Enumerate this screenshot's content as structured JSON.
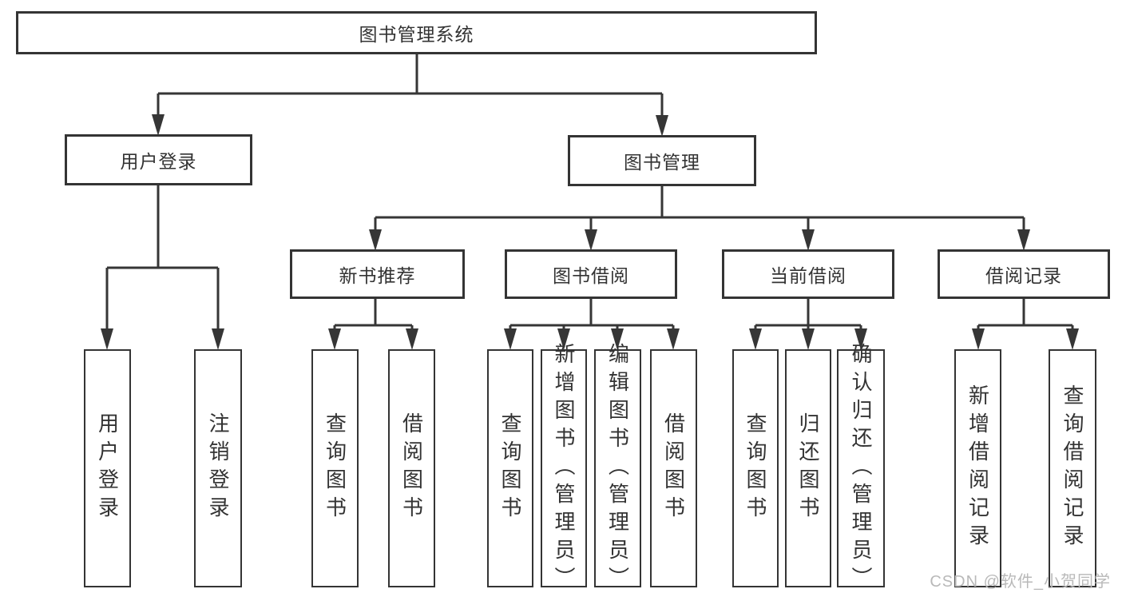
{
  "tree": {
    "root": {
      "label": "图书管理系统"
    },
    "branches": [
      {
        "label": "用户登录",
        "leaves": [
          "用户登录",
          "注销登录"
        ]
      },
      {
        "label": "图书管理",
        "groups": [
          {
            "label": "新书推荐",
            "leaves": [
              "查询图书",
              "借阅图书"
            ]
          },
          {
            "label": "图书借阅",
            "leaves": [
              "查询图书",
              "新增图书（管理员）",
              "编辑图书（管理员）",
              "借阅图书"
            ]
          },
          {
            "label": "当前借阅",
            "leaves": [
              "查询图书",
              "归还图书",
              "确认归还（管理员）"
            ]
          },
          {
            "label": "借阅记录",
            "leaves": [
              "新增借阅记录",
              "查询借阅记录"
            ]
          }
        ]
      }
    ]
  },
  "watermark": "CSDN @软件_小贺同学",
  "colors": {
    "line": "#363636",
    "border": "#343434",
    "text": "#333333",
    "watermark": "#b9b9b9",
    "background": "#ffffff"
  }
}
